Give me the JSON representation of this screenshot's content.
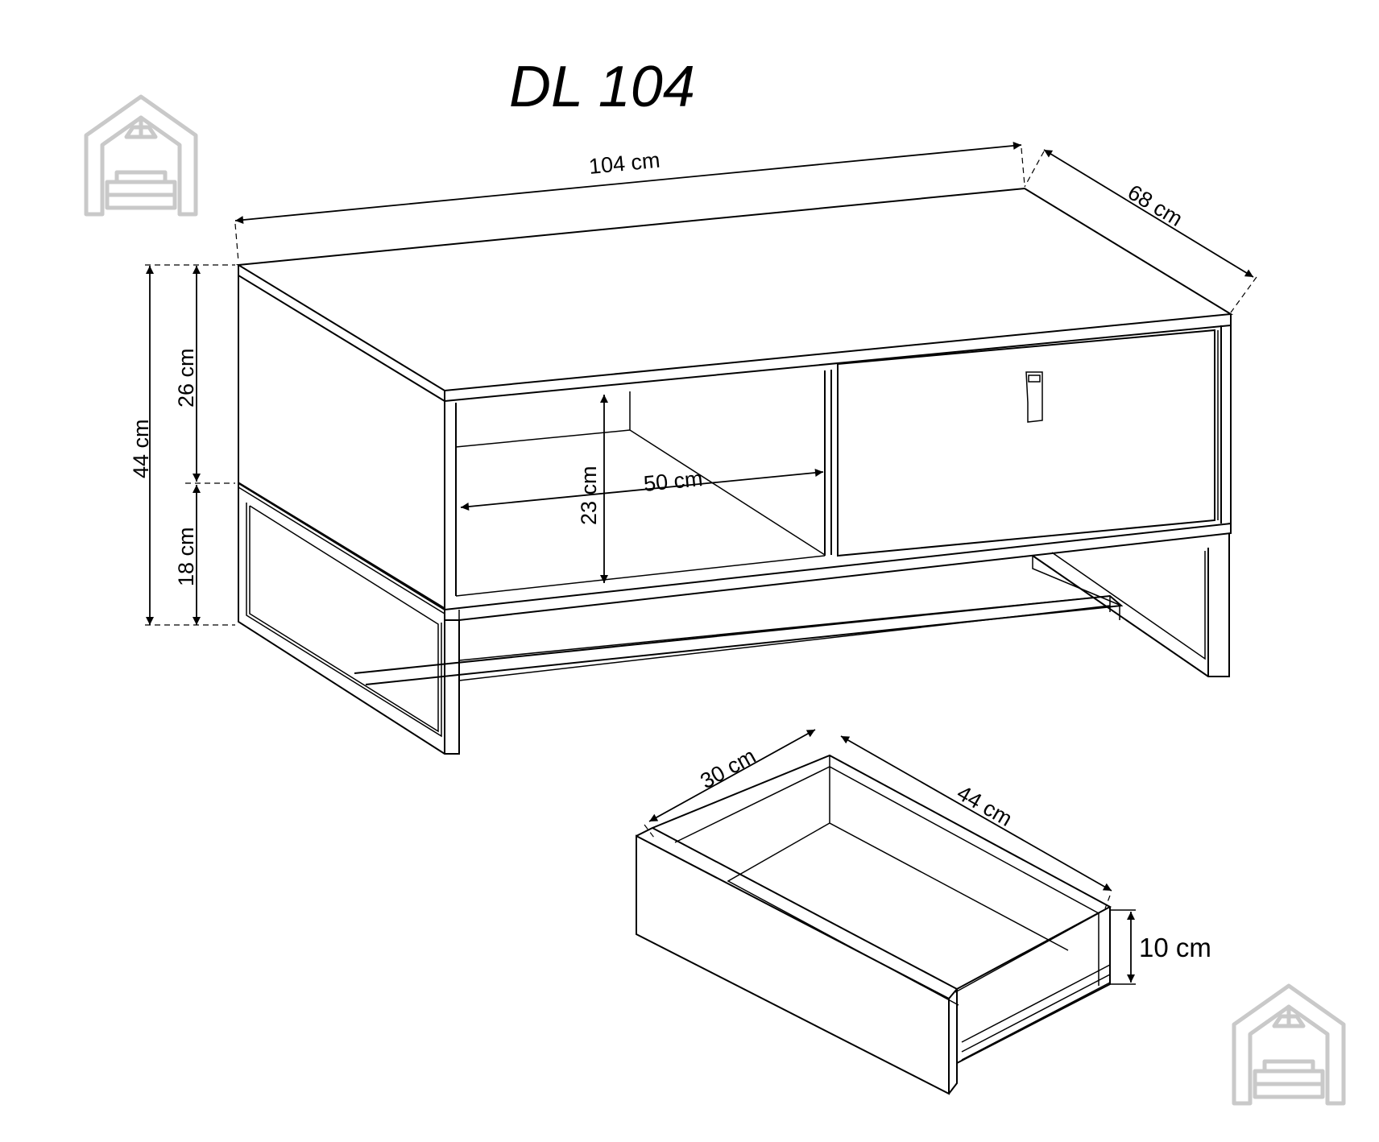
{
  "title": "DL 104",
  "dimensions": {
    "width": "104 cm",
    "depth": "68 cm",
    "total_height": "44 cm",
    "body_height": "26 cm",
    "leg_height": "18 cm",
    "shelf_height": "23 cm",
    "shelf_width": "50 cm",
    "drawer_front": "30 cm",
    "drawer_depth": "44 cm",
    "drawer_height": "10 cm"
  },
  "colors": {
    "line": "#000000",
    "logo": "#c9c9c9",
    "background": "#ffffff"
  },
  "icons": {
    "logo": "house-with-sofa-icon"
  }
}
